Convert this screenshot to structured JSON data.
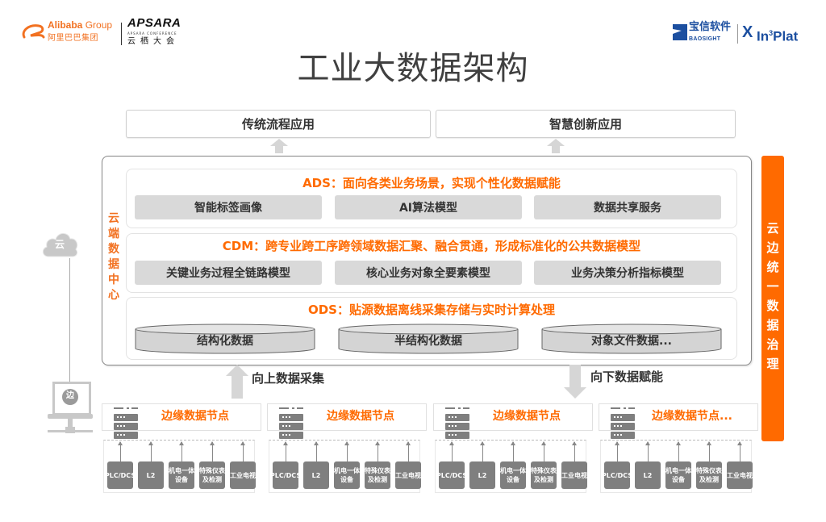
{
  "logos": {
    "alibaba_en": "Alibaba",
    "alibaba_group": "Group",
    "alibaba_cn": "阿里巴巴集团",
    "apsara": "APSARA",
    "apsara_sub": "APSARA CONFERENCE",
    "apsara_cn": "云栖大会",
    "baosight_cn": "宝信软件",
    "baosight_en": "BAOSIGHT",
    "inplat": "In",
    "inplat_sup": "3",
    "inplat_tail": "Plat"
  },
  "title": "工业大数据架构",
  "apps": [
    "传统流程应用",
    "智慧创新应用"
  ],
  "cloud_center_label": "云端数据中心",
  "layers": {
    "ads": {
      "title": "ADS：面向各类业务场景，实现个性化数据赋能",
      "items": [
        "智能标签画像",
        "AI算法模型",
        "数据共享服务"
      ]
    },
    "cdm": {
      "title": "CDM：跨专业跨工序跨领域数据汇聚、融合贯通，形成标准化的公共数据模型",
      "items": [
        "关键业务过程全链路模型",
        "核心业务对象全要素模型",
        "业务决策分析指标模型"
      ]
    },
    "ods": {
      "title": "ODS：贴源数据离线采集存储与实时计算处理",
      "items": [
        "结构化数据",
        "半结构化数据",
        "对象文件数据..."
      ]
    }
  },
  "governance": "云边统一数据治理",
  "flows": {
    "up": "向上数据采集",
    "down": "向下数据赋能"
  },
  "cloud_icon_label": "云",
  "edge_icon_label": "边",
  "edge_nodes": [
    {
      "title": "边缘数据节点",
      "devices": [
        "PLC/DCS",
        "L2",
        "机电一体设备",
        "特殊仪表及检测",
        "工业电视"
      ]
    },
    {
      "title": "边缘数据节点",
      "devices": [
        "PLC/DCS",
        "L2",
        "机电一体设备",
        "特殊仪表及检测",
        "工业电视"
      ]
    },
    {
      "title": "边缘数据节点",
      "devices": [
        "PLC/DCS",
        "L2",
        "机电一体设备",
        "特殊仪表及检测",
        "工业电视"
      ]
    },
    {
      "title": "边缘数据节点...",
      "devices": [
        "PLC/DCS",
        "L2",
        "机电一体设备",
        "特殊仪表及检测",
        "工业电视"
      ]
    }
  ],
  "colors": {
    "accent": "#ff6a00",
    "gray_box": "#d9d9d9",
    "device": "#7f7f7f",
    "brand_blue": "#1c4fa0"
  }
}
